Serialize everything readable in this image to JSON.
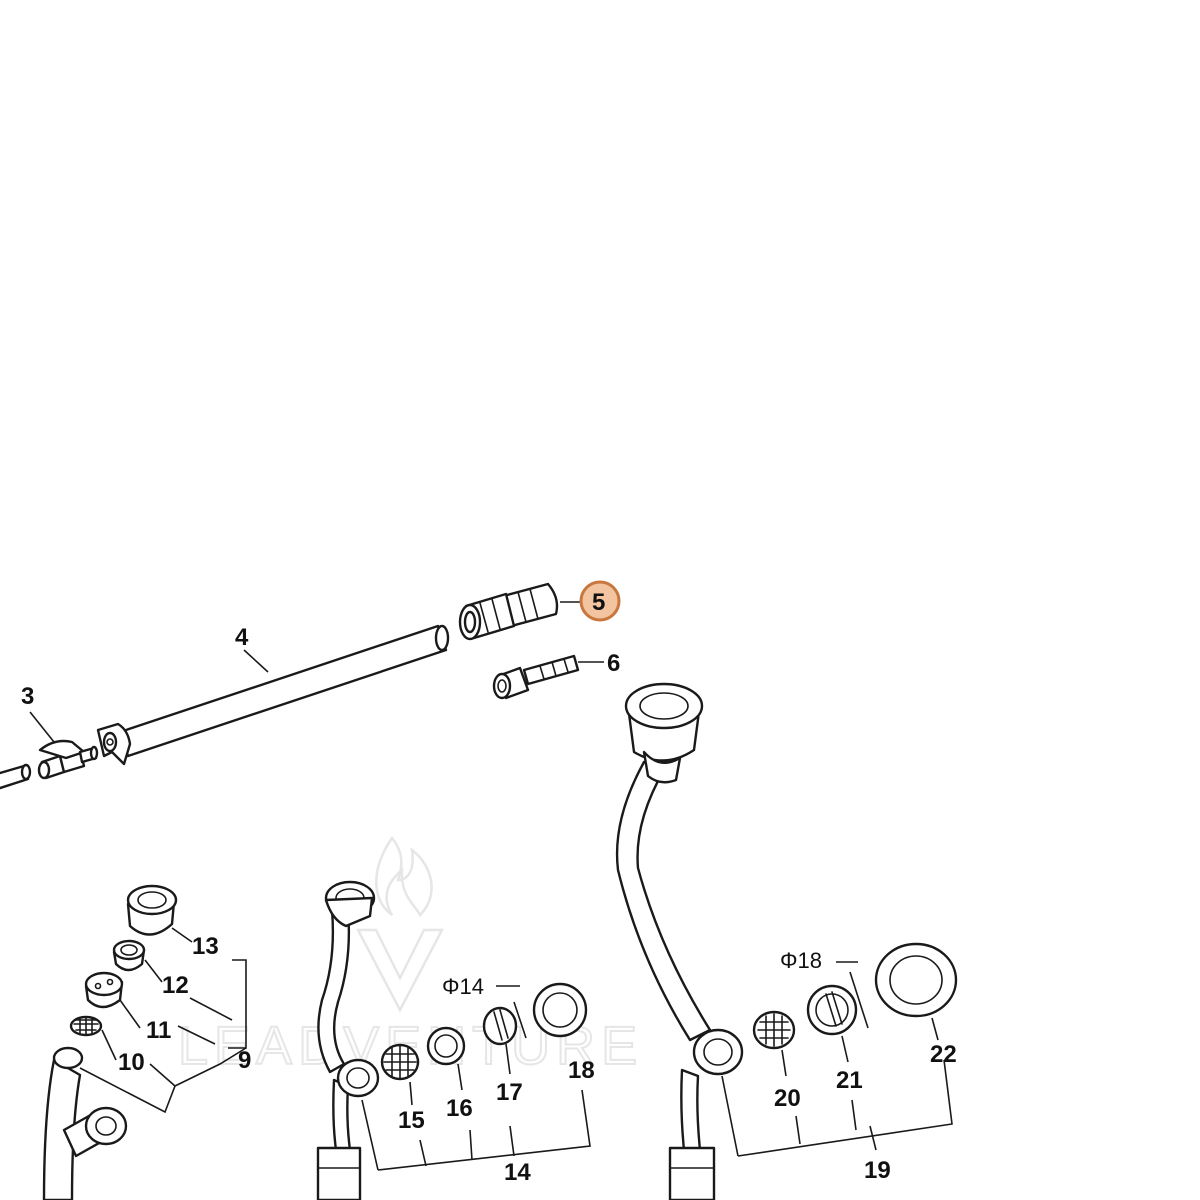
{
  "diagram": {
    "callouts": [
      {
        "id": "3",
        "text": "3"
      },
      {
        "id": "4",
        "text": "4"
      },
      {
        "id": "5",
        "text": "5",
        "highlighted": true
      },
      {
        "id": "6",
        "text": "6"
      },
      {
        "id": "9",
        "text": "9"
      },
      {
        "id": "10",
        "text": "10"
      },
      {
        "id": "11",
        "text": "11"
      },
      {
        "id": "12",
        "text": "12"
      },
      {
        "id": "13",
        "text": "13"
      },
      {
        "id": "14",
        "text": "14"
      },
      {
        "id": "15",
        "text": "15"
      },
      {
        "id": "16",
        "text": "16"
      },
      {
        "id": "17",
        "text": "17"
      },
      {
        "id": "18",
        "text": "18"
      },
      {
        "id": "19",
        "text": "19"
      },
      {
        "id": "20",
        "text": "20"
      },
      {
        "id": "21",
        "text": "21"
      },
      {
        "id": "22",
        "text": "22"
      }
    ],
    "dimensions": [
      {
        "id": "d14",
        "text": "Φ14"
      },
      {
        "id": "d18",
        "text": "Φ18"
      }
    ],
    "watermark": "LEADVENTURE",
    "colors": {
      "line": "#1a1a1a",
      "highlight_fill": "#f2c4a0",
      "highlight_stroke": "#c8773f",
      "watermark": "#e6e6e6"
    }
  }
}
